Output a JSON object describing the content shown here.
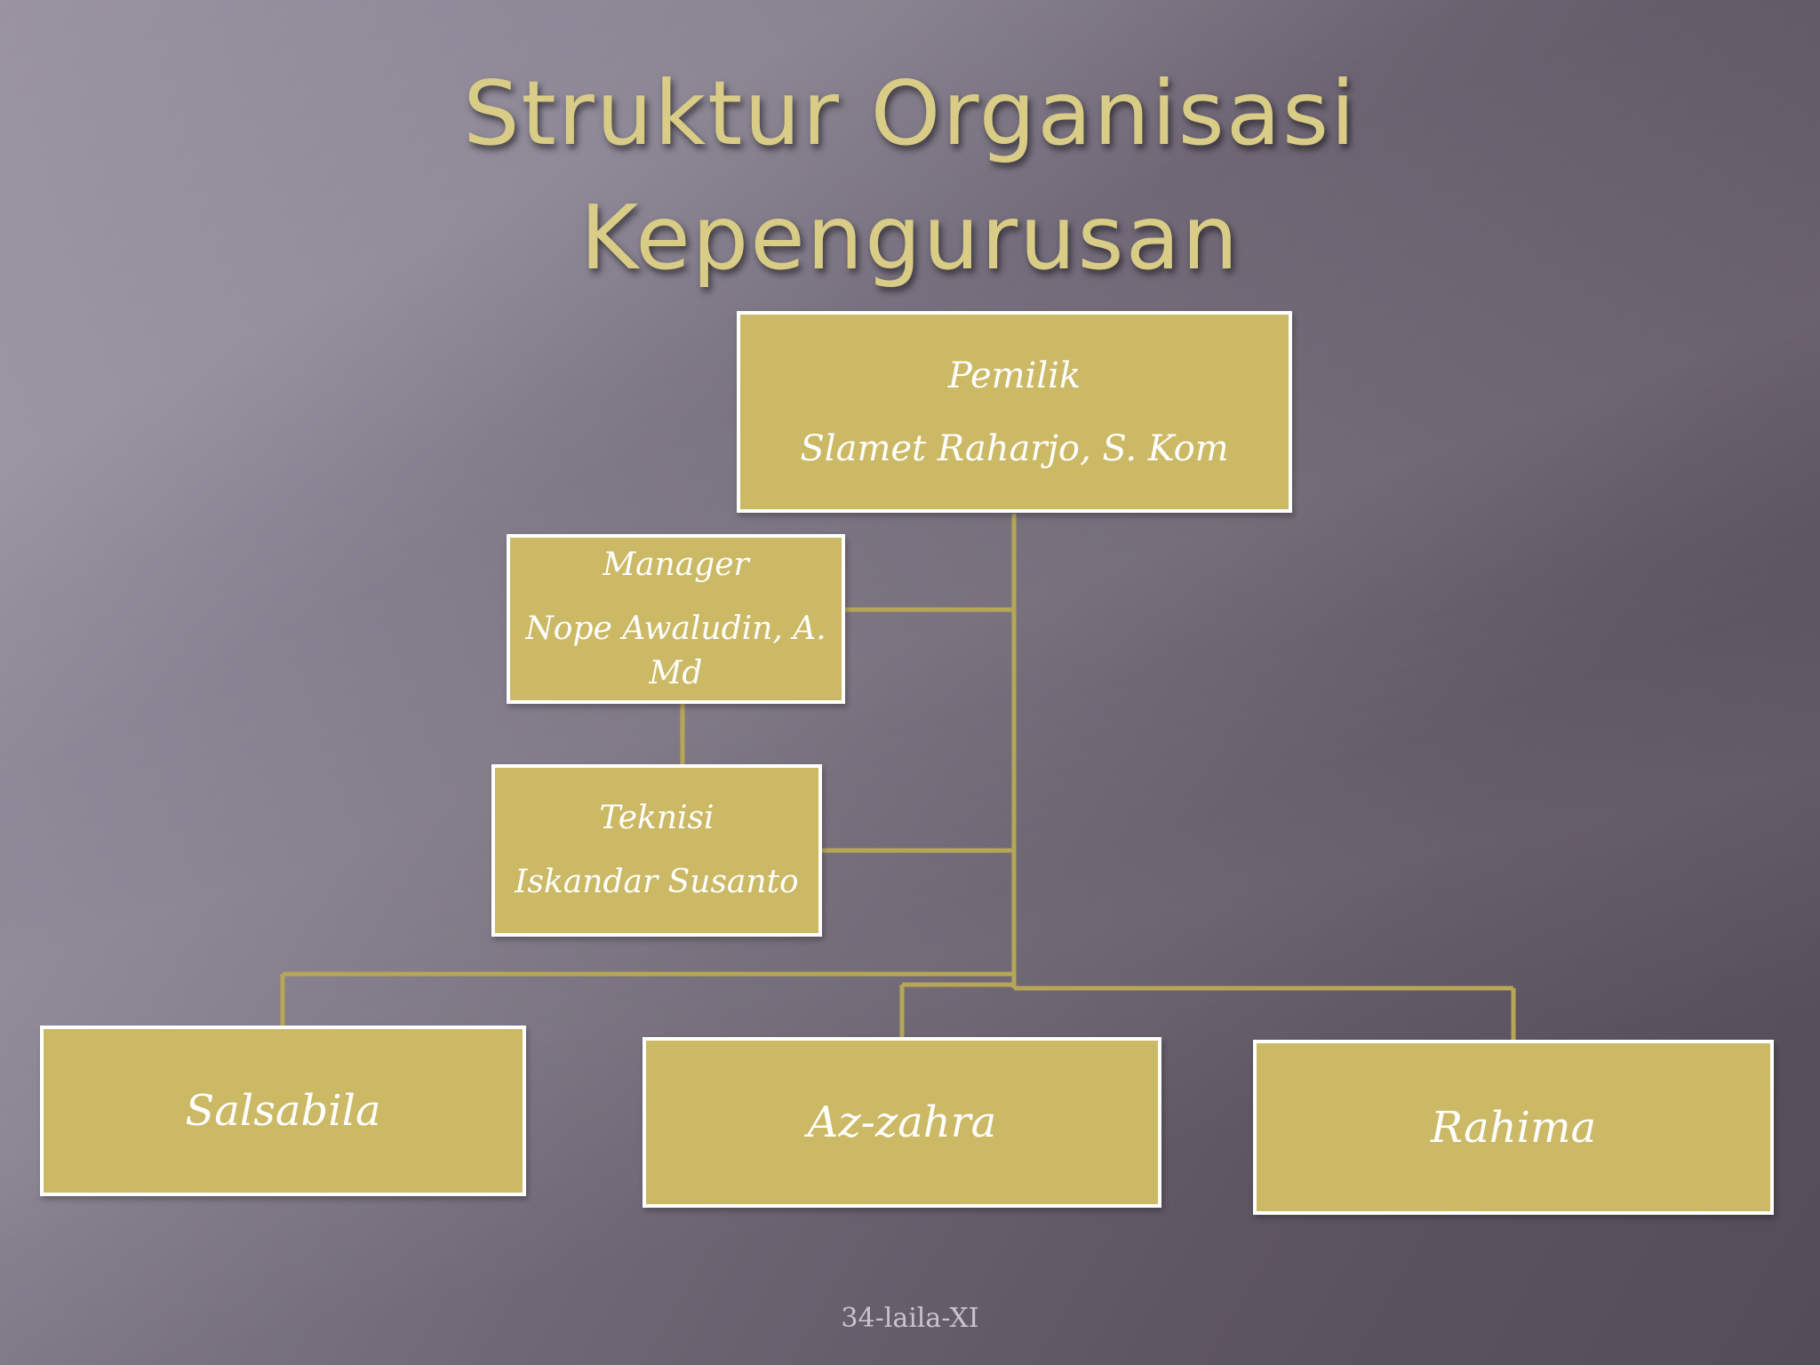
{
  "title": {
    "line1": "Struktur Organisasi",
    "line2": "Kepengurusan"
  },
  "org": {
    "owner": {
      "role": "Pemilik",
      "name": "Slamet Raharjo, S. Kom"
    },
    "manager": {
      "role": "Manager",
      "name": "Nope Awaludin, A. Md"
    },
    "technician": {
      "role": "Teknisi",
      "name": "Iskandar Susanto"
    },
    "staff": [
      "Salsabila",
      "Az-zahra",
      "Rahima"
    ]
  },
  "footer": "34-laila-XI",
  "colors": {
    "box_fill": "#ccb966",
    "box_border": "#ffffff",
    "connector": "#b8a658",
    "title_text": "#d8cc86"
  }
}
